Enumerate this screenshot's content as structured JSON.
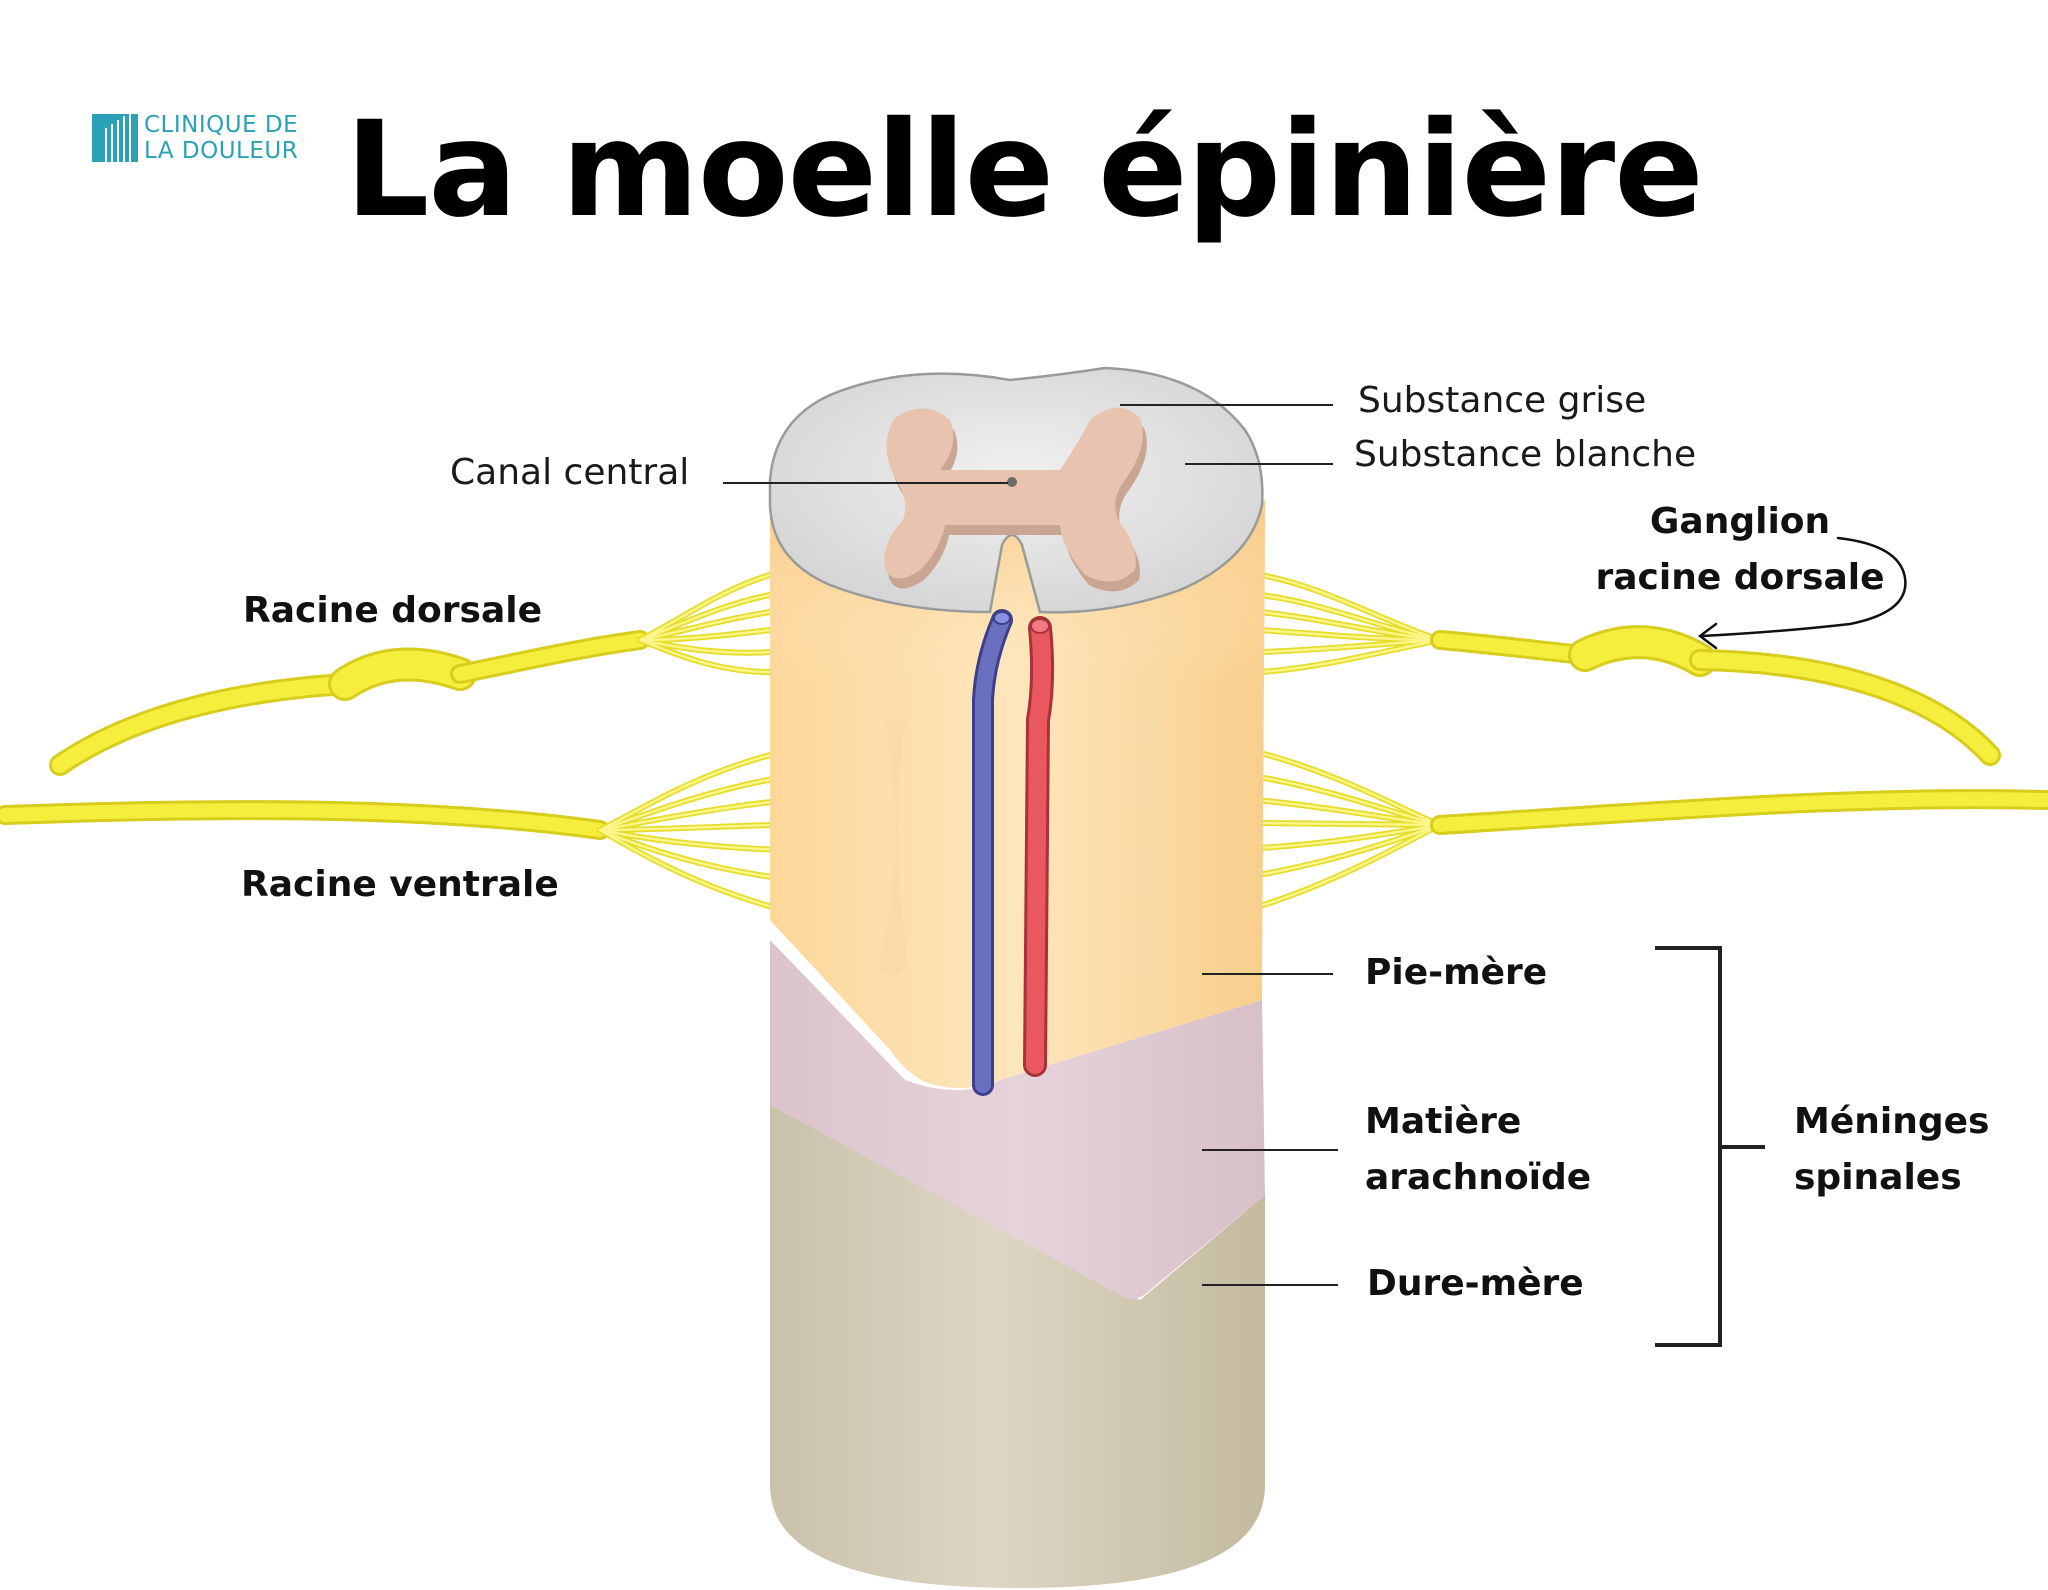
{
  "logo": {
    "line1": "CLINIQUE DE",
    "line2": "LA DOULEUR",
    "color": "#2aa1b7"
  },
  "title": "La moelle épinière",
  "labels": {
    "substance_grise": "Substance grise",
    "substance_blanche": "Substance blanche",
    "canal_central": "Canal central",
    "racine_dorsale": "Racine dorsale",
    "racine_ventrale": "Racine ventrale",
    "ganglion_line1": "Ganglion",
    "ganglion_line2": "racine dorsale",
    "pie_mere": "Pie-mère",
    "matiere_line1": "Matière",
    "matiere_line2": "arachnoïde",
    "dure_mere": "Dure-mère",
    "meninges_line1": "Méninges",
    "meninges_line2": "spinales"
  },
  "colors": {
    "nerve": "#f5ee3c",
    "nerve_edge": "#d9cf1f",
    "white_matter": "#dedede",
    "grey_matter": "#e8c3b0",
    "cord": "#fde2ae",
    "arachnoid": "#e3cfd6",
    "dura": "#d6cfbc",
    "vein": "#6a6fc0",
    "artery": "#e8585e"
  }
}
